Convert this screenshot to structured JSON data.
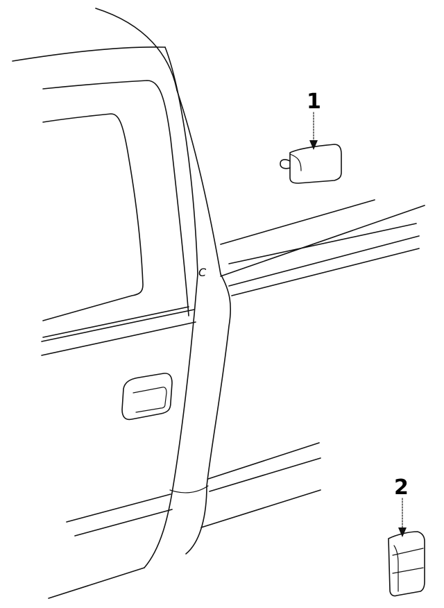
{
  "callouts": [
    {
      "number": "1",
      "part": "side-marker-lamp-upper"
    },
    {
      "number": "2",
      "part": "side-marker-lamp-lower"
    }
  ],
  "pillar_label": "C",
  "colors": {
    "line": "#111111",
    "background": "#ffffff"
  }
}
